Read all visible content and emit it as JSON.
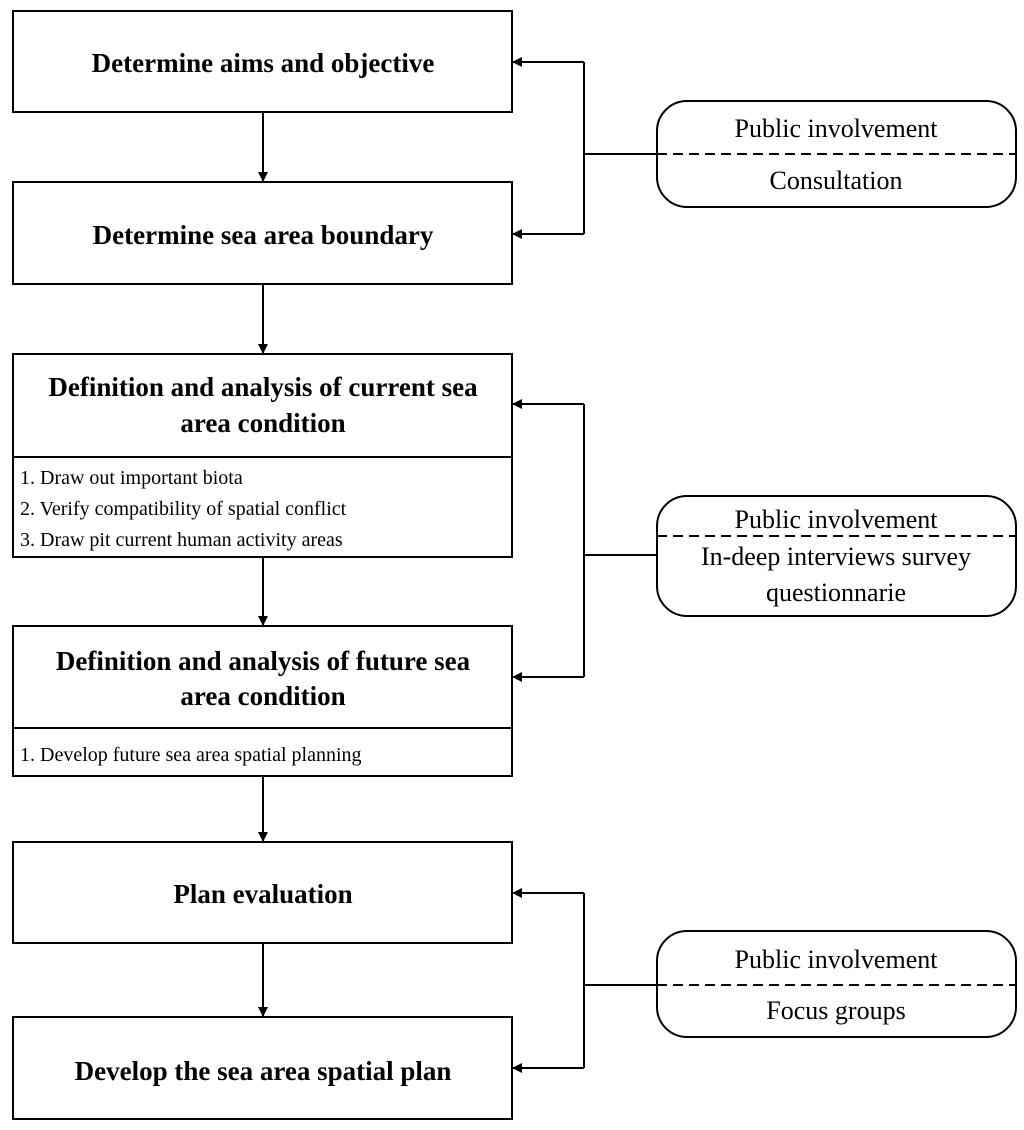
{
  "steps": [
    {
      "title": "Determine aims and objective"
    },
    {
      "title": "Determine sea area boundary"
    },
    {
      "title_line1": "Definition and analysis of current sea",
      "title_line2": "area condition",
      "items": [
        "1. Draw out important biota",
        "2. Verify compatibility of spatial conflict",
        "3. Draw pit current human activity areas"
      ]
    },
    {
      "title_line1": "Definition and analysis of future sea",
      "title_line2": "area condition",
      "items": [
        "1. Develop future sea area spatial planning"
      ]
    },
    {
      "title": "Plan evaluation"
    },
    {
      "title": "Develop the sea area spatial plan"
    }
  ],
  "involvement": [
    {
      "label": "Public involvement",
      "method": "Consultation"
    },
    {
      "label": "Public involvement",
      "method_line1": "In-deep interviews survey",
      "method_line2": "questionnarie"
    },
    {
      "label": "Public involvement",
      "method": "Focus groups"
    }
  ],
  "colors": {
    "stroke": "#000000",
    "background": "#ffffff"
  }
}
